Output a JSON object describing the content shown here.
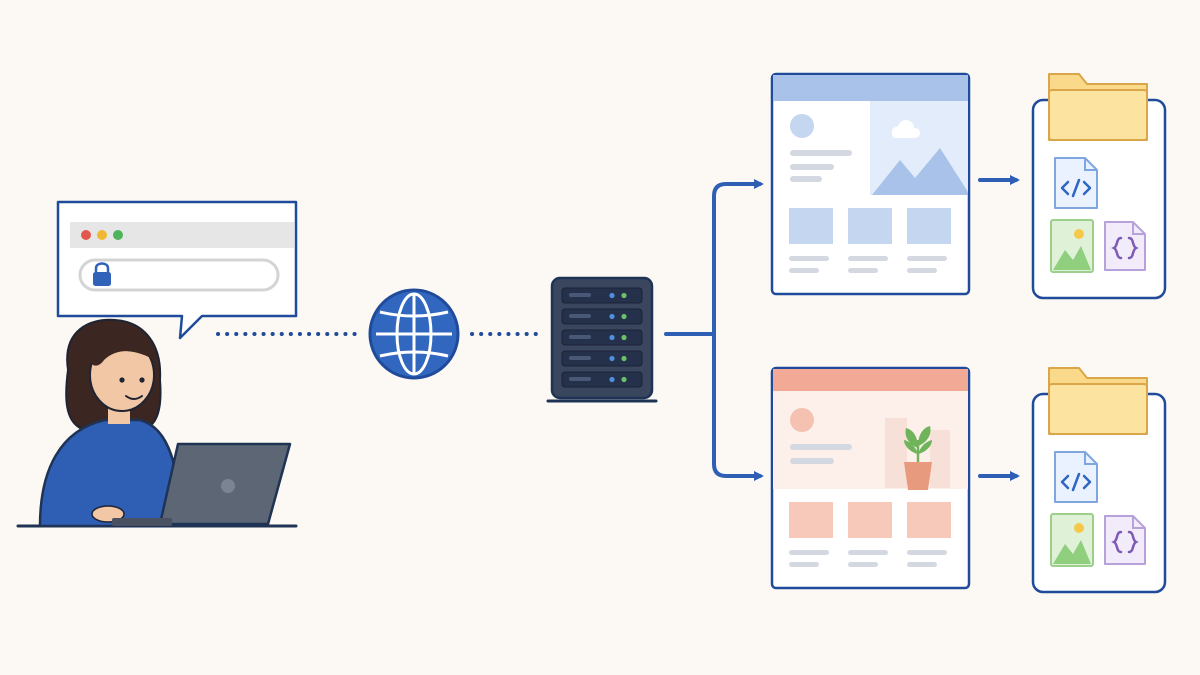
{
  "diagram": {
    "type": "virtual-hosting-illustration",
    "nodes": [
      {
        "id": "user",
        "icon": "person-with-laptop-icon"
      },
      {
        "id": "browser",
        "icon": "browser-address-bar-icon",
        "secure": true
      },
      {
        "id": "internet",
        "icon": "globe-icon"
      },
      {
        "id": "server",
        "icon": "server-rack-icon"
      },
      {
        "id": "site-a",
        "icon": "website-page-icon",
        "theme": "blue"
      },
      {
        "id": "site-b",
        "icon": "website-page-icon",
        "theme": "peach"
      },
      {
        "id": "files-a",
        "icon": "site-files-icon",
        "contents": [
          "folder-icon",
          "code-file-icon",
          "image-file-icon",
          "script-file-icon"
        ]
      },
      {
        "id": "files-b",
        "icon": "site-files-icon",
        "contents": [
          "folder-icon",
          "code-file-icon",
          "image-file-icon",
          "script-file-icon"
        ]
      }
    ],
    "edges": [
      {
        "from": "browser",
        "to": "internet",
        "style": "dotted"
      },
      {
        "from": "internet",
        "to": "server",
        "style": "dotted"
      },
      {
        "from": "server",
        "to": "site-a",
        "style": "arrow"
      },
      {
        "from": "server",
        "to": "site-b",
        "style": "arrow"
      },
      {
        "from": "site-a",
        "to": "files-a",
        "style": "arrow"
      },
      {
        "from": "site-b",
        "to": "files-b",
        "style": "arrow"
      }
    ]
  },
  "colors": {
    "background": "#fcf9f4",
    "outline": "#1f4b9a",
    "accent_blue": "#2f62b8",
    "light_blue": "#a9c2ea",
    "peach": "#f2a996",
    "light_peach": "#f7d6cb",
    "folder": "#fbd98a",
    "server_body": "#3a465e",
    "laptop": "#5d6675",
    "hair": "#3b2621",
    "shirt": "#2f5fb5",
    "skin": "#f2c7a6",
    "plant": "#6fb45a",
    "pot": "#e79a7e",
    "code": "#2f66c4",
    "script": "#7d5bb3",
    "image_file": "#8fcf7e"
  }
}
